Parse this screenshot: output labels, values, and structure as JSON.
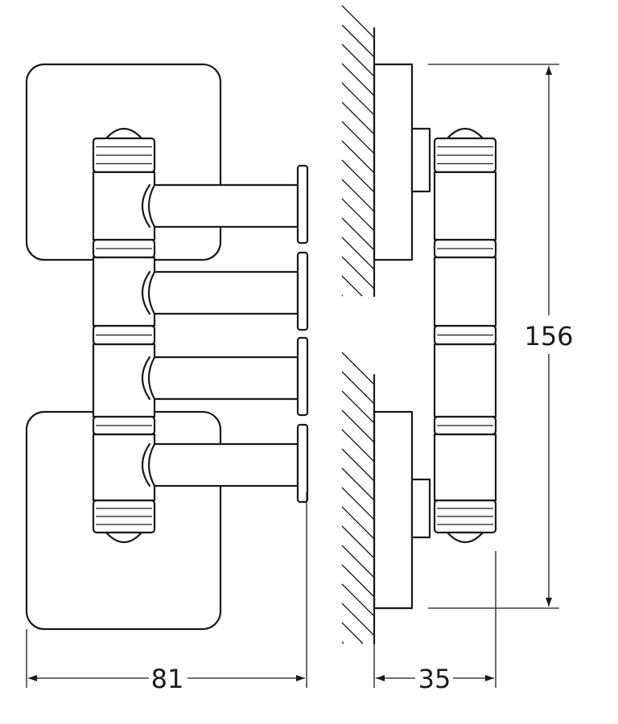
{
  "dimensions": {
    "width": "81",
    "depth": "35",
    "height": "156"
  },
  "colors": {
    "line": "#1a1a1a",
    "background": "#ffffff"
  }
}
